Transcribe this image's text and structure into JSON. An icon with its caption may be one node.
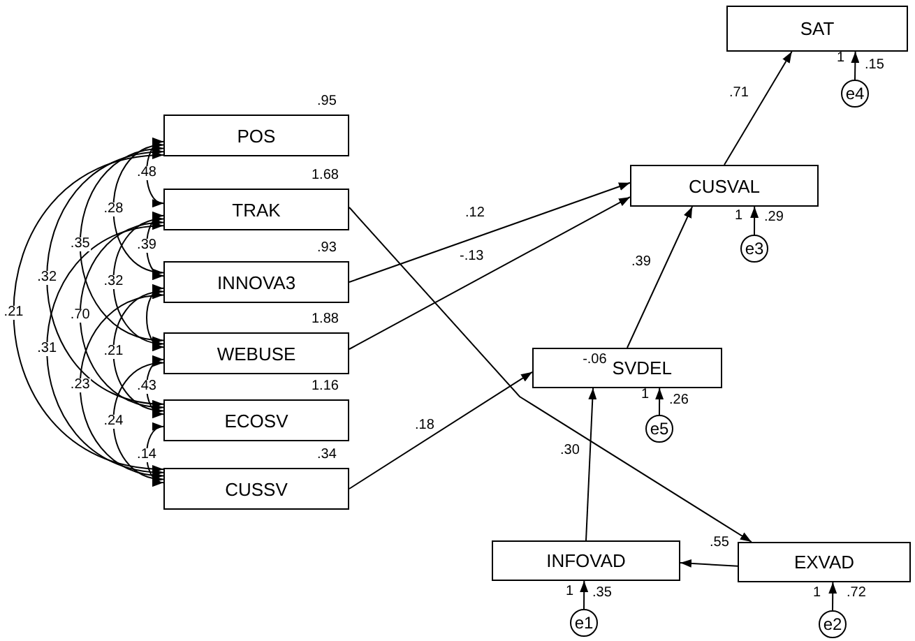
{
  "diagram": {
    "nodes": [
      {
        "text": [
          "POS"
        ],
        "beside": [
          ".95"
        ]
      },
      {
        "text": [
          "TRAK"
        ],
        "beside": [
          "1.68"
        ]
      },
      {
        "text": [
          "INNOVA3"
        ],
        "beside": [
          ".93"
        ]
      },
      {
        "text": [
          "WEBUSE"
        ],
        "beside": [
          "1.88"
        ]
      },
      {
        "text": [
          "ECOSV"
        ],
        "beside": [
          "1.16"
        ]
      },
      {
        "text": [
          "CUSSV"
        ],
        "beside": [
          ".34"
        ]
      },
      {
        "text": [
          "SAT"
        ]
      },
      {
        "text": [
          "e4"
        ]
      },
      {
        "text": [
          "CUSVAL"
        ]
      },
      {
        "text": [
          "e3"
        ]
      },
      {
        "text": [
          "-.06",
          "SVDEL"
        ]
      },
      {
        "text": [
          "e5"
        ]
      },
      {
        "text": [
          "INFOVAD"
        ]
      },
      {
        "text": [
          "EXVAD"
        ]
      },
      {
        "text": [
          "e1"
        ]
      },
      {
        "text": [
          "e2"
        ]
      }
    ],
    "labels": [
      ".15",
      ".29",
      ".26",
      ".35",
      ".72"
    ],
    "edges": [
      {
        "from": 7,
        "to": 6,
        "arrow": "to",
        "label": "1"
      },
      {
        "from": 8,
        "to": 6,
        "arrow": "to",
        "label": ".71"
      },
      {
        "from": 9,
        "to": 8,
        "arrow": "to",
        "label": "1"
      },
      {
        "from": 2,
        "to": 8,
        "arrow": "to",
        "label": ".12"
      },
      {
        "from": 3,
        "to": 8,
        "arrow": "to",
        "label": "-.13"
      },
      {
        "from": 10,
        "to": 8,
        "arrow": "to",
        "label": ".39"
      },
      {
        "from": 1,
        "to": 13,
        "arrow": "to"
      },
      {
        "from": 5,
        "to": 10,
        "arrow": "to",
        "label": ".18"
      },
      {
        "from": 11,
        "to": 10,
        "arrow": "to",
        "label": "1"
      },
      {
        "from": 12,
        "to": 10,
        "arrow": "to",
        "label": ".30"
      },
      {
        "from": 13,
        "to": 12,
        "arrow": "to",
        "label": ".55"
      },
      {
        "from": 14,
        "to": 12,
        "arrow": "to",
        "label": "1"
      },
      {
        "from": 15,
        "to": 13,
        "arrow": "to",
        "label": "1"
      },
      {
        "from": 0,
        "to": 1,
        "arrow": "both",
        "label": ".48"
      },
      {
        "from": 1,
        "to": 2,
        "arrow": "both",
        "label": ".39"
      },
      {
        "from": 2,
        "to": 3,
        "arrow": "both"
      },
      {
        "from": 3,
        "to": 4,
        "arrow": "both",
        "label": ".43"
      },
      {
        "from": 4,
        "to": 5,
        "arrow": "both",
        "label": ".14"
      },
      {
        "from": 0,
        "to": 2,
        "arrow": "both",
        "label": ".28"
      },
      {
        "from": 1,
        "to": 3,
        "arrow": "both",
        "label": ".32"
      },
      {
        "from": 2,
        "to": 4,
        "arrow": "both",
        "label": ".21"
      },
      {
        "from": 3,
        "to": 5,
        "arrow": "both",
        "label": ".24"
      },
      {
        "from": 0,
        "to": 3,
        "arrow": "both",
        "label": ".35"
      },
      {
        "from": 1,
        "to": 4,
        "arrow": "both",
        "label": ".70"
      },
      {
        "from": 2,
        "to": 5,
        "arrow": "both",
        "label": ".23"
      },
      {
        "from": 0,
        "to": 4,
        "arrow": "both",
        "label": ".32"
      },
      {
        "from": 1,
        "to": 5,
        "arrow": "both",
        "label": ".31"
      },
      {
        "from": 0,
        "to": 5,
        "arrow": "both",
        "label": ".21"
      }
    ]
  }
}
